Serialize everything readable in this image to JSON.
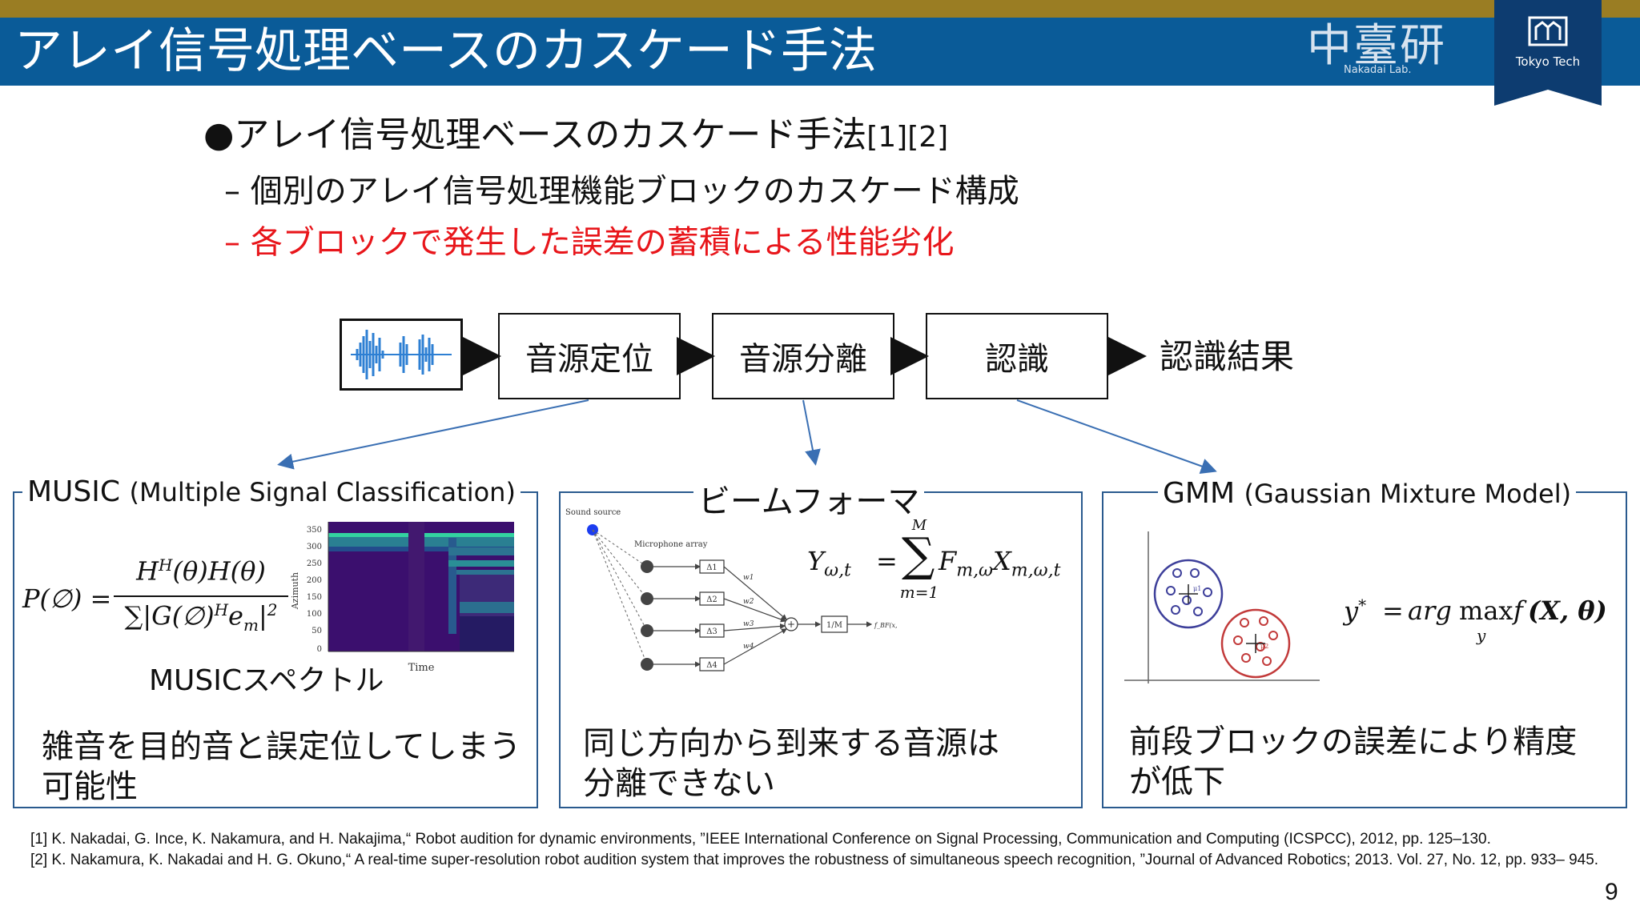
{
  "header": {
    "title": "アレイ信号処理ベースのカスケード手法",
    "lab_kanji": "中臺研",
    "lab_name": "Nakadai Lab.",
    "university": "Tokyo Tech"
  },
  "bullets": {
    "main": "●アレイ信号処理ベースのカスケード手法",
    "main_refs": "[1][2]",
    "sub1": "– 個別のアレイ信号処理機能ブロックのカスケード構成",
    "sub2": "– 各ブロックで発生した誤差の蓄積による性能劣化"
  },
  "pipeline": {
    "step1": "音源定位",
    "step2": "音源分離",
    "step3": "認識",
    "result": "認識結果"
  },
  "panels": {
    "music": {
      "title": "MUSIC",
      "title_full": "(Multiple Signal Classification)",
      "formula_lhs": "P(∅) =",
      "formula_num": "H",
      "formula_num_sup": "H",
      "formula_num_rest": "(θ)H(θ)",
      "formula_den": "∑|G(∅)",
      "formula_den_sup": "H",
      "formula_den_e": "e",
      "formula_den_sub": "m",
      "formula_den_end": "|",
      "formula_den_sq": "2",
      "spectrum_label": "MUSICスペクトル",
      "y_ticks": [
        "350",
        "300",
        "250",
        "200",
        "150",
        "100",
        "50",
        "0"
      ],
      "y_axis_label": "Azimuth",
      "x_axis_label": "Time",
      "note_line1": "雑音を目的音と誤定位してしまう",
      "note_line2": "可能性"
    },
    "beamformer": {
      "title": "ビームフォーマ",
      "sound_source": "Sound source",
      "mic_array": "Microphone array",
      "delays": [
        "Δ1",
        "Δ2",
        "Δ3",
        "Δ4"
      ],
      "weights": [
        "w1",
        "w2",
        "w3",
        "w4"
      ],
      "sum_symbol": "+",
      "avg_block": "1/M",
      "output": "f_BF(x, t)",
      "formula_lhs": "Y",
      "formula_lhs_sub": "ω,t",
      "formula_eq": "=",
      "formula_sum_top": "M",
      "formula_sum_bottom": "m=1",
      "formula_f": "F",
      "formula_f_sub": "m,ω",
      "formula_x": "X",
      "formula_x_sub": "m,ω,t",
      "note_line1": "同じ方向から到来する音源は",
      "note_line2": "分離できない"
    },
    "gmm": {
      "title": "GMM",
      "title_full": "(Gaussian Mixture Model)",
      "formula_y": "y",
      "formula_y_sup": "*",
      "formula_eq": "=",
      "formula_arg": "arg",
      "formula_max": "max",
      "formula_max_sub": "y",
      "formula_f": "f",
      "formula_args": "(X, θ)",
      "cluster1_label": "μ1",
      "cluster2_label": "μ2",
      "note_line1": "前段ブロックの誤差により精度",
      "note_line2": "が低下"
    }
  },
  "references": [
    "[1] K. Nakadai, G. Ince, K. Nakamura, and H. Nakajima,“ Robot audition for dynamic environments, ”IEEE International Conference on Signal Processing, Communication and Computing (ICSPCC), 2012, pp. 125–130.",
    "[2] K. Nakamura, K. Nakadai and H. G. Okuno,“ A real-time super-resolution robot audition system that improves the robustness of simultaneous speech recognition, ”Journal of Advanced Robotics; 2013. Vol. 27, No. 12, pp. 933– 945."
  ],
  "page_number": "9",
  "colors": {
    "header_blue": "#0a5b98",
    "top_strip_gold": "#9a7d23",
    "accent_red": "#e8161b",
    "panel_border": "#2a5a8e",
    "arrow_blue": "#3a6fb3"
  }
}
